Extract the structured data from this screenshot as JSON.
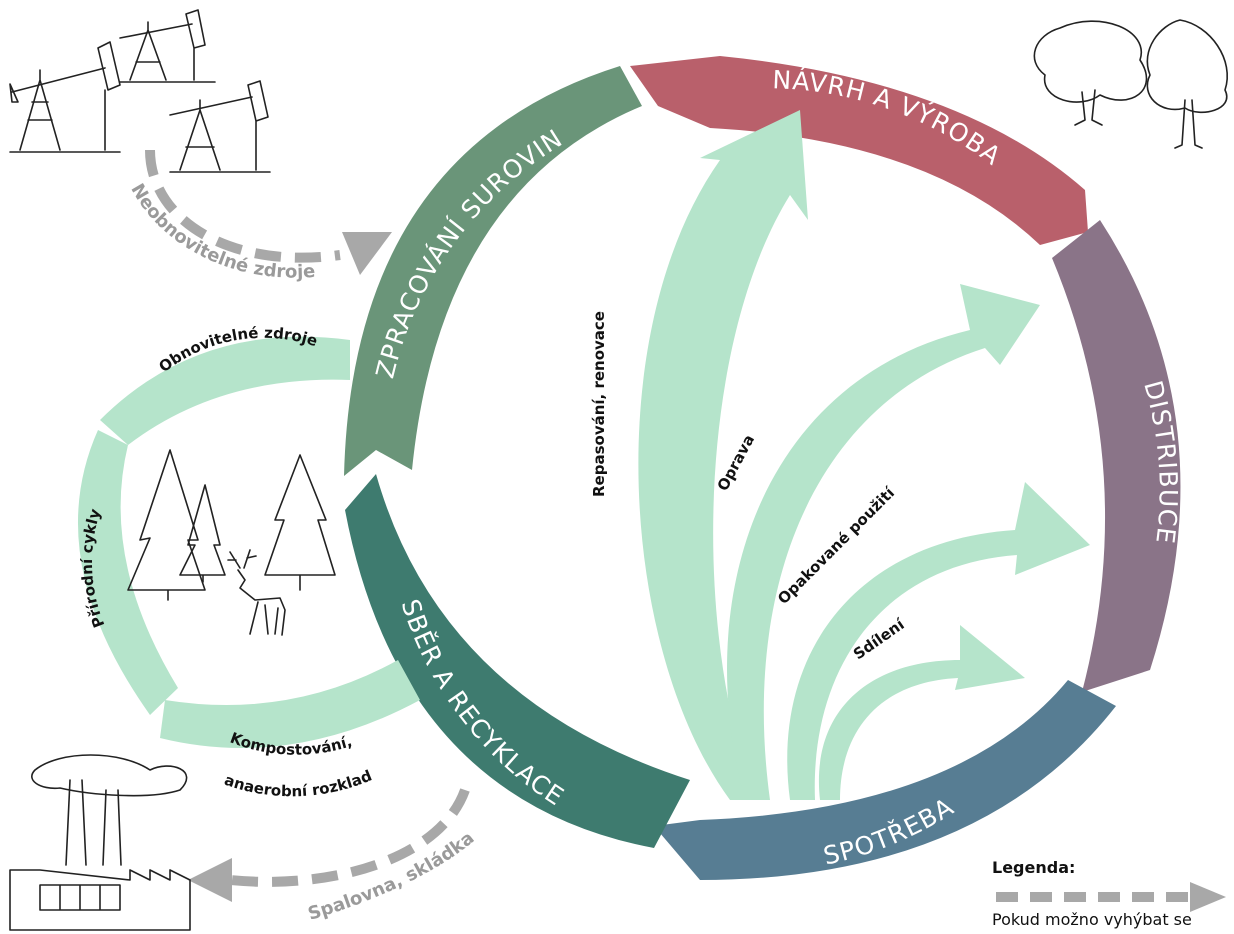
{
  "colors": {
    "design": "#b9606b",
    "distribution": "#8a7488",
    "consumption": "#577d93",
    "collection": "#3e7b6f",
    "processing": "#6a9579",
    "light_green": "#b5e4cb",
    "grey": "#a8a8a8"
  },
  "segments": {
    "design": "NÁVRH A VÝROBA",
    "distribution": "DISTRIBUCE",
    "consumption": "SPOTŘEBA",
    "collection": "SBĚR A RECYKLACE",
    "processing": "ZPRACOVÁNÍ SUROVIN"
  },
  "loops": {
    "repair_remanufacture": "Repasování, renovace",
    "repair": "Oprava",
    "reuse": "Opakované použití",
    "sharing": "Sdílení"
  },
  "natural_cycle": {
    "renewable": "Obnovitelné zdroje",
    "natural_cycles": "Přírodní cykly",
    "composting_line1": "Kompostování,",
    "composting_line2": "anaerobní rozklad"
  },
  "external": {
    "non_renewable": "Neobnovitelné zdroje",
    "incineration": "Spalovna, skládka"
  },
  "legend": {
    "title": "Legenda:",
    "dashed_meaning": "Pokud možno vyhýbat se"
  },
  "icons": [
    "oil-pump-icon",
    "deciduous-tree-icon",
    "conifer-tree-icon",
    "deer-icon",
    "factory-icon"
  ]
}
